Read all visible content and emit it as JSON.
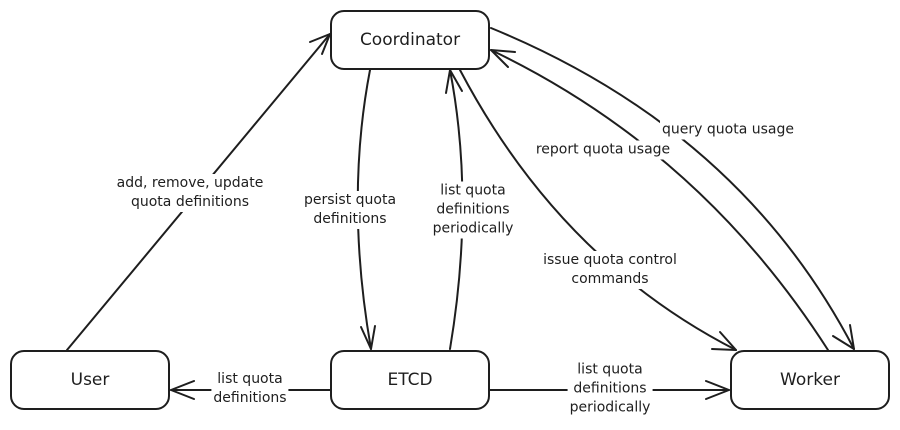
{
  "diagram": {
    "type": "flow",
    "nodes": {
      "coordinator": "Coordinator",
      "user": "User",
      "etcd": "ETCD",
      "worker": "Worker"
    },
    "edges": [
      {
        "id": "user-to-coordinator",
        "from": "User",
        "to": "Coordinator",
        "label": "add, remove, update\nquota definitions"
      },
      {
        "id": "coordinator-to-etcd",
        "from": "Coordinator",
        "to": "ETCD",
        "label": "persist quota\ndefinitions"
      },
      {
        "id": "etcd-to-coordinator",
        "from": "ETCD",
        "to": "Coordinator",
        "label": "list quota\ndefinitions\nperiodically"
      },
      {
        "id": "etcd-to-user",
        "from": "ETCD",
        "to": "User",
        "label": "list quota\ndefinitions"
      },
      {
        "id": "etcd-to-worker",
        "from": "ETCD",
        "to": "Worker",
        "label": "list quota\ndefinitions\nperiodically"
      },
      {
        "id": "coordinator-to-worker-control",
        "from": "Coordinator",
        "to": "Worker",
        "label": "issue quota control\ncommands"
      },
      {
        "id": "worker-to-coordinator-report",
        "from": "Worker",
        "to": "Coordinator",
        "label": "report quota usage"
      },
      {
        "id": "coordinator-to-worker-query",
        "from": "Coordinator",
        "to": "Worker",
        "label": "query quota usage"
      }
    ]
  }
}
